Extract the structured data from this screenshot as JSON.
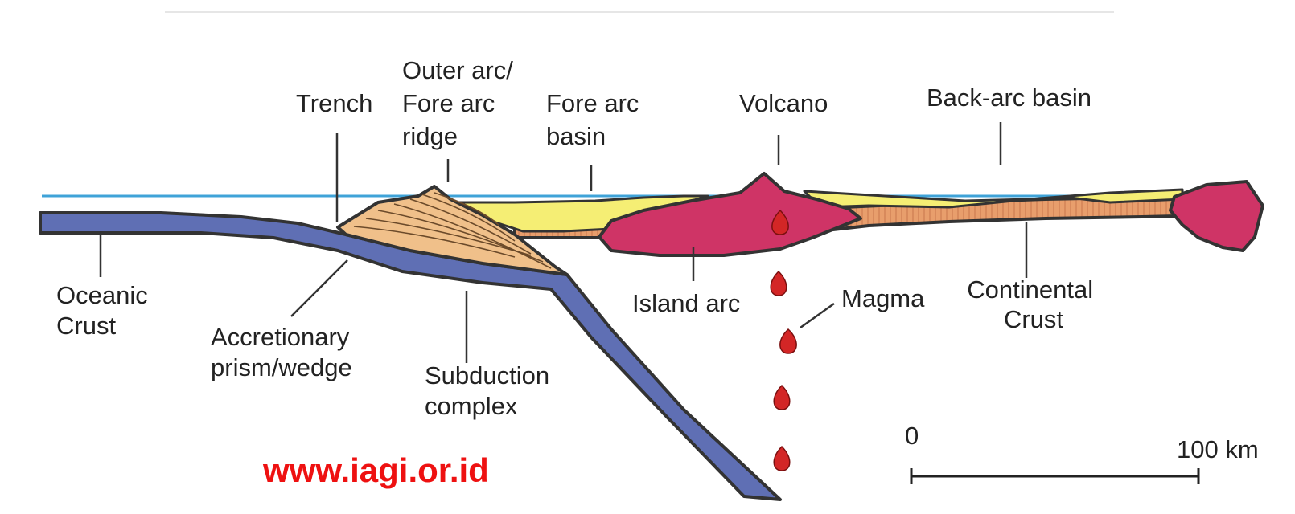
{
  "labels": {
    "trench": "Trench",
    "outer_arc": [
      "Outer arc/",
      "Fore arc",
      "ridge"
    ],
    "fore_arc_basin": [
      "Fore arc",
      "basin"
    ],
    "volcano": "Volcano",
    "back_arc_basin": "Back-arc basin",
    "oceanic_crust": [
      "Oceanic",
      "Crust"
    ],
    "accretionary_prism": [
      "Accretionary",
      "prism/wedge"
    ],
    "subduction_complex": [
      "Subduction",
      "complex"
    ],
    "island_arc": "Island arc",
    "magma": "Magma",
    "continental_crust": [
      "Continental",
      "Crust"
    ]
  },
  "scale_bar": {
    "start": "0",
    "end": "100 km"
  },
  "watermark": "www.iagi.or.id",
  "colors": {
    "sea_line": "#3fa3d8",
    "oceanic_crust": "#5f6fb4",
    "accretionary_prism": "#f0c08a",
    "basin_sediment": "#f5ee74",
    "continental_crust": "#e59d6e",
    "island_arc": "#cf3466",
    "magma": "#d32626",
    "watermark": "#ee1111"
  },
  "icons": {
    "magma_drop": "teardrop-icon"
  }
}
